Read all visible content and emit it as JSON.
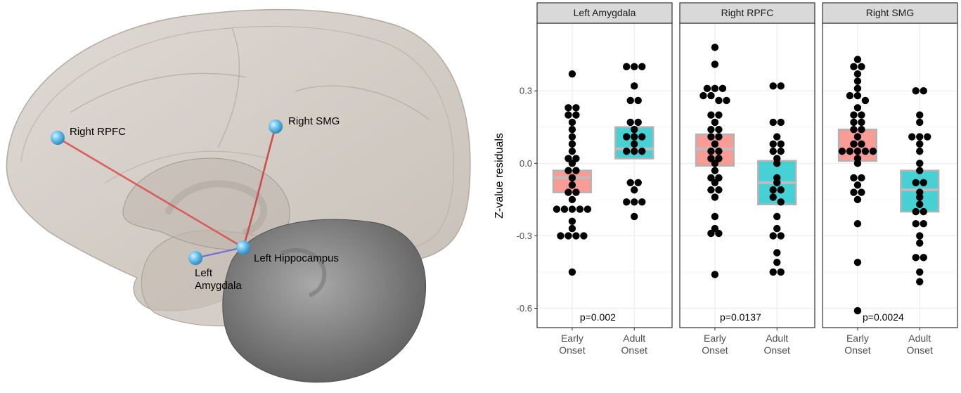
{
  "brain": {
    "nodes": [
      {
        "id": "rpfc",
        "label": "Right RPFC"
      },
      {
        "id": "smg",
        "label": "Right SMG"
      },
      {
        "id": "hippo",
        "label": "Left Hippocampus"
      },
      {
        "id": "amyg",
        "label_line1": "Left",
        "label_line2": "Amygdala"
      }
    ],
    "colors": {
      "node": "#5bb7e6",
      "edge_red": "#d9534f",
      "edge_blue": "#6a6ad8",
      "tissue": "#cbc3bb",
      "cerebellum": "#7d7d7d"
    }
  },
  "chart_data": {
    "type": "scatter",
    "ylabel": "Z-value residuals",
    "ylim": [
      -0.68,
      0.58
    ],
    "yticks": [
      -0.6,
      -0.3,
      0.0,
      0.3
    ],
    "ytick_labels": [
      "-0.6",
      "-0.3",
      "0.0",
      "0.3"
    ],
    "grid": true,
    "categories": [
      {
        "line1": "Early",
        "line2": "Onset",
        "color": "#f8766d"
      },
      {
        "line1": "Adult",
        "line2": "Onset",
        "color": "#00bfc4"
      }
    ],
    "panels": [
      {
        "title": "Left   Amygdala",
        "pvalue": "p=0.002",
        "groups": [
          {
            "mean": -0.06,
            "upper": -0.03,
            "lower": -0.12,
            "values": [
              0.37,
              0.23,
              0.23,
              0.2,
              0.2,
              0.17,
              0.14,
              0.11,
              0.08,
              0.05,
              0.02,
              0.02,
              0.0,
              -0.03,
              -0.03,
              -0.06,
              -0.09,
              -0.12,
              -0.12,
              -0.15,
              -0.19,
              -0.19,
              -0.19,
              -0.19,
              -0.19,
              -0.24,
              -0.27,
              -0.3,
              -0.3,
              -0.3,
              -0.3,
              -0.45
            ]
          },
          {
            "mean": 0.06,
            "upper": 0.15,
            "lower": 0.02,
            "values": [
              0.4,
              0.4,
              0.4,
              0.32,
              0.26,
              0.26,
              0.17,
              0.17,
              0.14,
              0.11,
              0.11,
              0.11,
              0.08,
              0.05,
              0.05,
              0.05,
              -0.08,
              -0.08,
              -0.11,
              -0.16,
              -0.16,
              -0.16,
              -0.22
            ]
          }
        ]
      },
      {
        "title": "Right   RPFC",
        "pvalue": "p=0.0137",
        "groups": [
          {
            "mean": 0.06,
            "upper": 0.12,
            "lower": -0.01,
            "values": [
              0.48,
              0.41,
              0.31,
              0.31,
              0.31,
              0.28,
              0.28,
              0.26,
              0.26,
              0.2,
              0.2,
              0.17,
              0.14,
              0.14,
              0.11,
              0.11,
              0.08,
              0.05,
              0.05,
              0.02,
              0.02,
              0.0,
              -0.03,
              -0.06,
              -0.06,
              -0.08,
              -0.11,
              -0.11,
              -0.14,
              -0.22,
              -0.27,
              -0.29,
              -0.29,
              -0.46
            ]
          },
          {
            "mean": -0.08,
            "upper": 0.01,
            "lower": -0.17,
            "values": [
              0.32,
              0.32,
              0.17,
              0.17,
              0.11,
              0.08,
              0.08,
              0.05,
              0.05,
              0.02,
              0.0,
              -0.06,
              -0.08,
              -0.11,
              -0.11,
              -0.14,
              -0.16,
              -0.22,
              -0.27,
              -0.3,
              -0.3,
              -0.37,
              -0.41,
              -0.45,
              -0.45
            ]
          }
        ]
      },
      {
        "title": "Right   SMG",
        "pvalue": "p=0.0024",
        "groups": [
          {
            "mean": 0.05,
            "upper": 0.14,
            "lower": 0.01,
            "values": [
              0.43,
              0.4,
              0.4,
              0.37,
              0.34,
              0.31,
              0.28,
              0.28,
              0.26,
              0.23,
              0.2,
              0.2,
              0.17,
              0.17,
              0.14,
              0.14,
              0.11,
              0.08,
              0.08,
              0.05,
              0.05,
              0.05,
              0.05,
              0.05,
              0.02,
              0.0,
              -0.06,
              -0.06,
              -0.09,
              -0.12,
              -0.12,
              -0.15,
              -0.25,
              -0.41,
              -0.61
            ]
          },
          {
            "mean": -0.11,
            "upper": -0.03,
            "lower": -0.2,
            "values": [
              0.3,
              0.3,
              0.2,
              0.17,
              0.11,
              0.11,
              0.11,
              0.08,
              0.05,
              0.0,
              -0.03,
              -0.08,
              -0.08,
              -0.12,
              -0.14,
              -0.17,
              -0.2,
              -0.2,
              -0.25,
              -0.25,
              -0.3,
              -0.33,
              -0.39,
              -0.39,
              -0.45,
              -0.49
            ]
          }
        ]
      }
    ]
  }
}
